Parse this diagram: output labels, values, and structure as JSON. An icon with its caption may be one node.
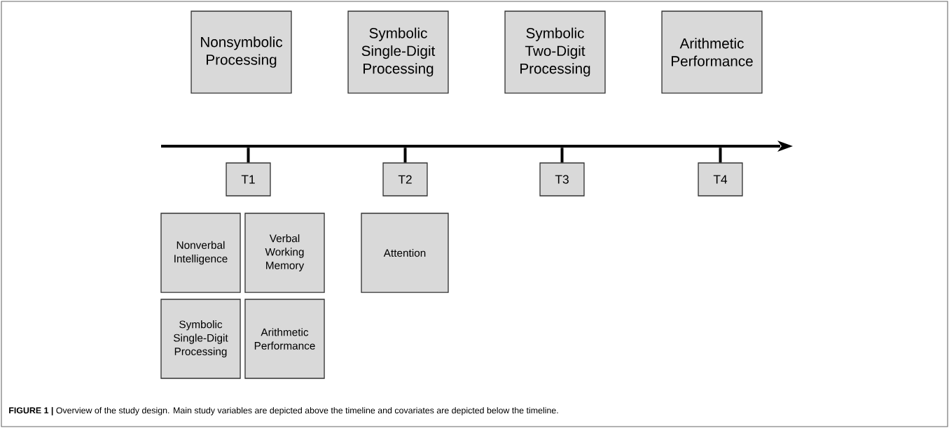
{
  "diagram": {
    "caption": "**FIGURE 1 |** Overview of the study design. Main study variables are depicted above the timeline and covariates are depicted below the timeline.",
    "nodes": [
      {
        "text": [
          "Nonsymbolic Processing"
        ]
      },
      {
        "text": [
          "Symbolic Single-Digit Processing"
        ]
      },
      {
        "text": [
          "Symbolic Two-Digit Processing"
        ]
      },
      {
        "text": [
          "Arithmetic Performance"
        ]
      },
      {
        "text": [],
        "shape": "bar"
      },
      {
        "text": [
          "T1"
        ]
      },
      {
        "text": [
          "T2"
        ]
      },
      {
        "text": [
          "T3"
        ]
      },
      {
        "text": [
          "T4"
        ]
      },
      {
        "text": [
          "Nonverbal Intelligence"
        ]
      },
      {
        "text": [
          "Verbal Working Memory"
        ]
      },
      {
        "text": [
          "Attention"
        ]
      },
      {
        "text": [
          "Symbolic Single-Digit Processing"
        ]
      },
      {
        "text": [
          "Arithmetic Performance"
        ]
      }
    ],
    "edges": [
      {
        "from": 4,
        "to": 5,
        "arrow": "none"
      },
      {
        "from": 4,
        "to": 6,
        "arrow": "none"
      },
      {
        "from": 4,
        "to": 7,
        "arrow": "none"
      },
      {
        "from": 4,
        "to": 8,
        "arrow": "none"
      }
    ]
  }
}
